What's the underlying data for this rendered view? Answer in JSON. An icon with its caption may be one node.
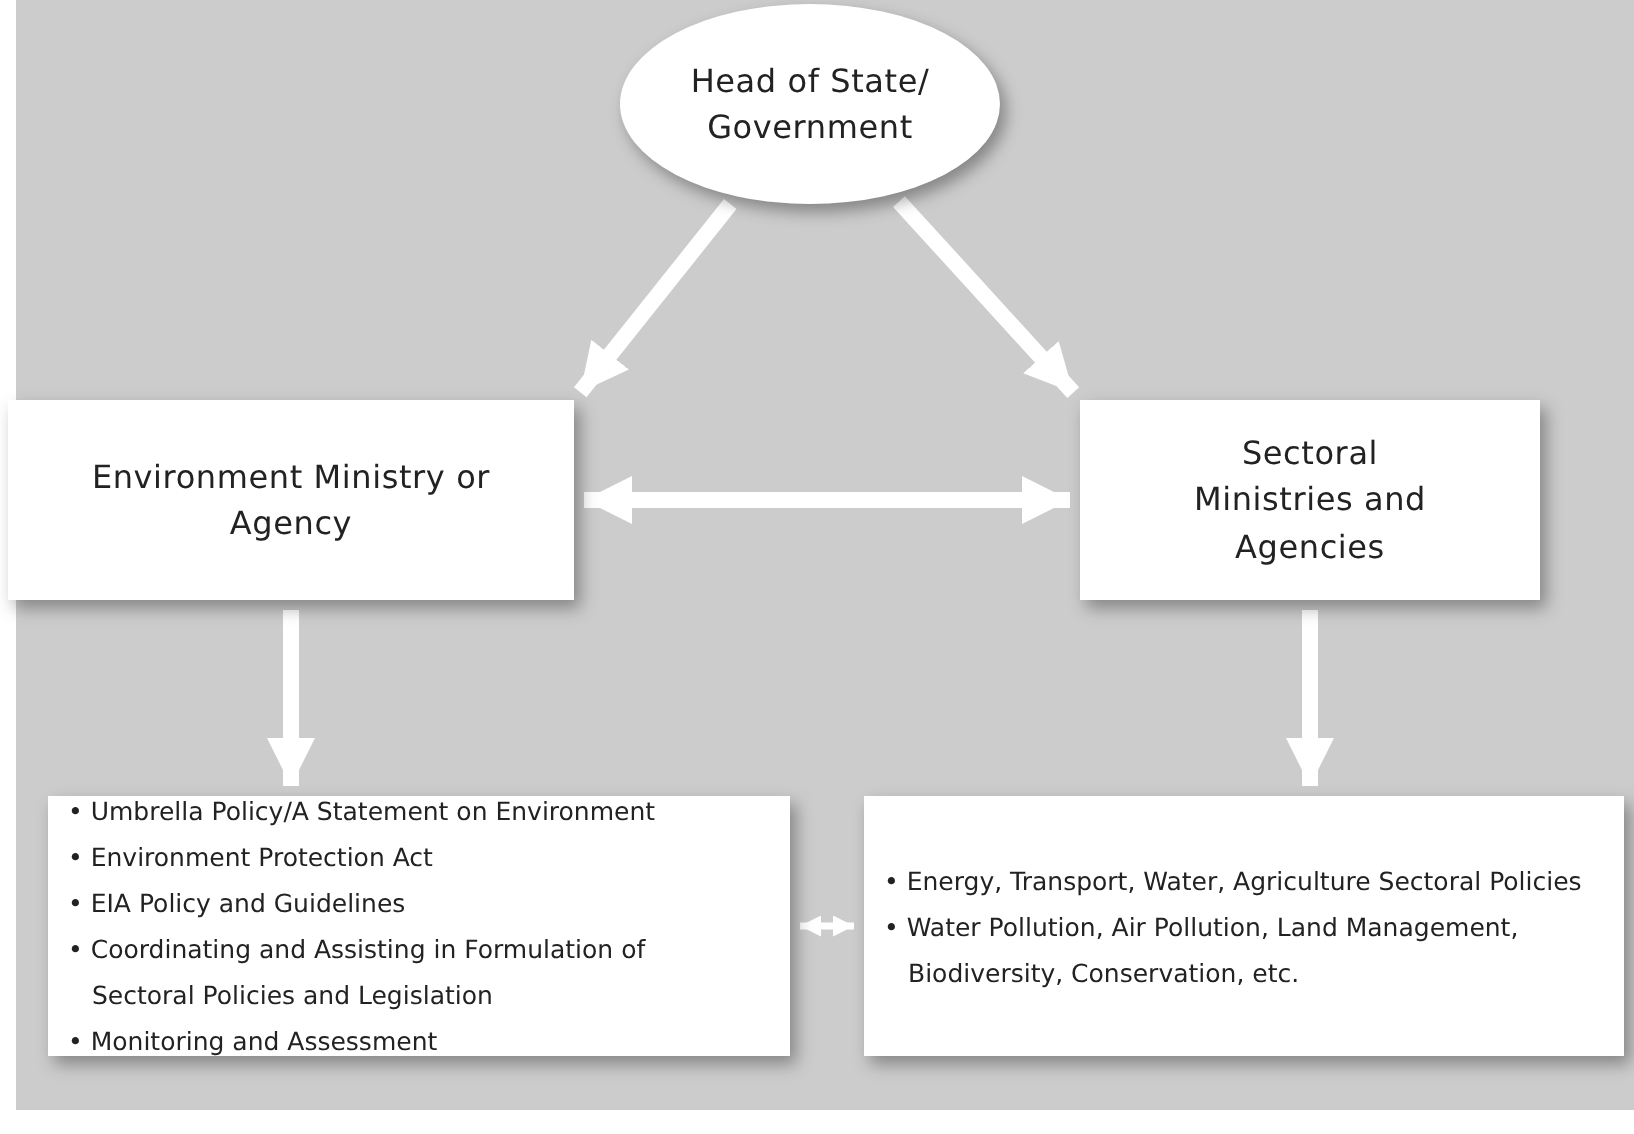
{
  "diagram": {
    "nodes": [
      {
        "text": [
          "Head of State/ Government"
        ]
      },
      {
        "text": [
          "Environment Ministry or Agency"
        ]
      },
      {
        "text": [
          "Sectoral Ministries and Agencies"
        ]
      },
      {
        "text": [
          "• Umbrella Policy/A Statement on Environment",
          "• Environment Protection Act",
          "• EIA Policy and Guidelines",
          "• Coordinating and Assisting in Formulation of Sectoral Policies and Legislation",
          "• Monitoring and Assessment"
        ]
      },
      {
        "text": [
          "• Energy, Transport, Water, Agriculture Sectoral Policies",
          "• Water Pollution, Air Pollution, Land Management, Biodiversity, Conservation, etc."
        ]
      }
    ],
    "edges": [
      {
        "from": 0,
        "to": 1,
        "arrow": "to"
      },
      {
        "from": 0,
        "to": 2,
        "arrow": "to"
      },
      {
        "from": 1,
        "to": 2,
        "arrow": "both"
      },
      {
        "from": 1,
        "to": 3,
        "arrow": "to"
      },
      {
        "from": 2,
        "to": 4,
        "arrow": "to"
      },
      {
        "from": 3,
        "to": 4,
        "arrow": "both"
      }
    ]
  }
}
